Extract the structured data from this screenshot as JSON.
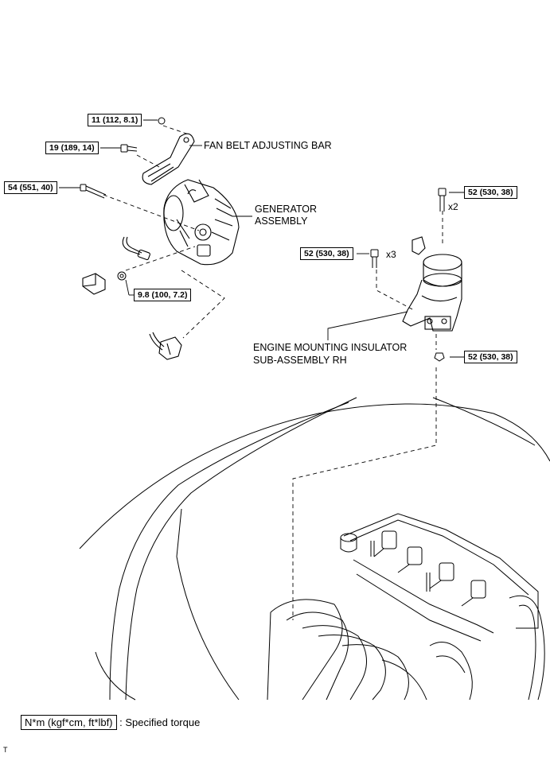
{
  "torque_specs": {
    "nut_adjusting_bar": "11 (112, 8.1)",
    "bolt_adjusting_bar": "19 (189, 14)",
    "bolt_generator": "54 (551, 40)",
    "nut_terminal": "9.8 (100, 7.2)",
    "bolt_insulator_top": "52 (530, 38)",
    "bolt_insulator_side": "52 (530, 38)",
    "nut_insulator_bottom": "52 (530, 38)"
  },
  "labels": {
    "fan_belt_adjusting_bar": "FAN BELT ADJUSTING BAR",
    "generator_line1": "GENERATOR",
    "generator_line2": "ASSEMBLY",
    "insulator_line1": "ENGINE MOUNTING INSULATOR",
    "insulator_line2": "SUB-ASSEMBLY RH"
  },
  "quantities": {
    "top_bolt": "x2",
    "side_bolt": "x3"
  },
  "legend": {
    "unit_box": "N*m (kgf*cm, ft*lbf)",
    "description": ": Specified torque"
  },
  "footnote": "T"
}
